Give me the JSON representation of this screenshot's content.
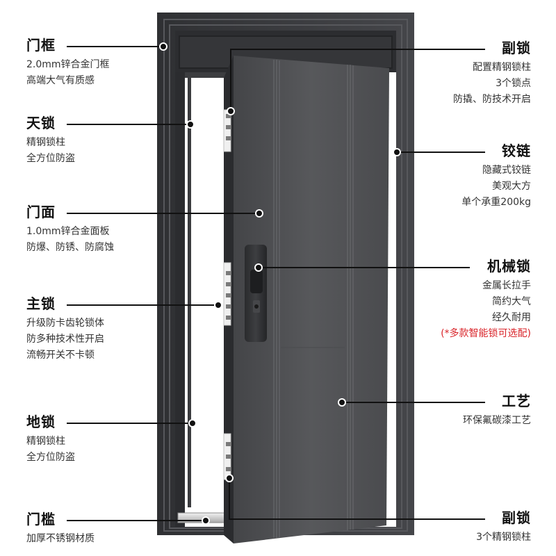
{
  "colors": {
    "frame": "#3a3b3e",
    "door_panel": "#505154",
    "leader_line": "#111111",
    "note_text": "#d9242a"
  },
  "callouts_left": [
    {
      "id": "door-frame",
      "title": "门框",
      "lines": [
        "2.0mm锌合金门框",
        "高端大气有质感"
      ]
    },
    {
      "id": "top-lock",
      "title": "天锁",
      "lines": [
        "精钢锁柱",
        "全方位防盗"
      ]
    },
    {
      "id": "door-face",
      "title": "门面",
      "lines": [
        "1.0mm锌合金面板",
        "防爆、防锈、防腐蚀"
      ]
    },
    {
      "id": "main-lock",
      "title": "主锁",
      "lines": [
        "升级防卡齿轮锁体",
        "防多种技术性开启",
        "流畅开关不卡顿"
      ]
    },
    {
      "id": "floor-lock",
      "title": "地锁",
      "lines": [
        "精钢锁柱",
        "全方位防盗"
      ]
    },
    {
      "id": "threshold",
      "title": "门槛",
      "lines": [
        "加厚不锈钢材质"
      ]
    }
  ],
  "callouts_right": [
    {
      "id": "aux-lock-top",
      "title": "副锁",
      "lines": [
        "配置精钢锁柱",
        "3个锁点",
        "防撬、防技术开启"
      ]
    },
    {
      "id": "hinge",
      "title": "铰链",
      "lines": [
        "隐藏式铰链",
        "美观大方",
        "单个承重200kg"
      ]
    },
    {
      "id": "mech-lock",
      "title": "机械锁",
      "lines": [
        "金属长拉手",
        "简约大气",
        "经久耐用"
      ],
      "note": "(*多款智能锁可选配)"
    },
    {
      "id": "craft",
      "title": "工艺",
      "lines": [
        "环保氟碳漆工艺"
      ]
    },
    {
      "id": "aux-lock-bottom",
      "title": "副锁",
      "lines": [
        "3个精钢锁柱"
      ]
    }
  ]
}
